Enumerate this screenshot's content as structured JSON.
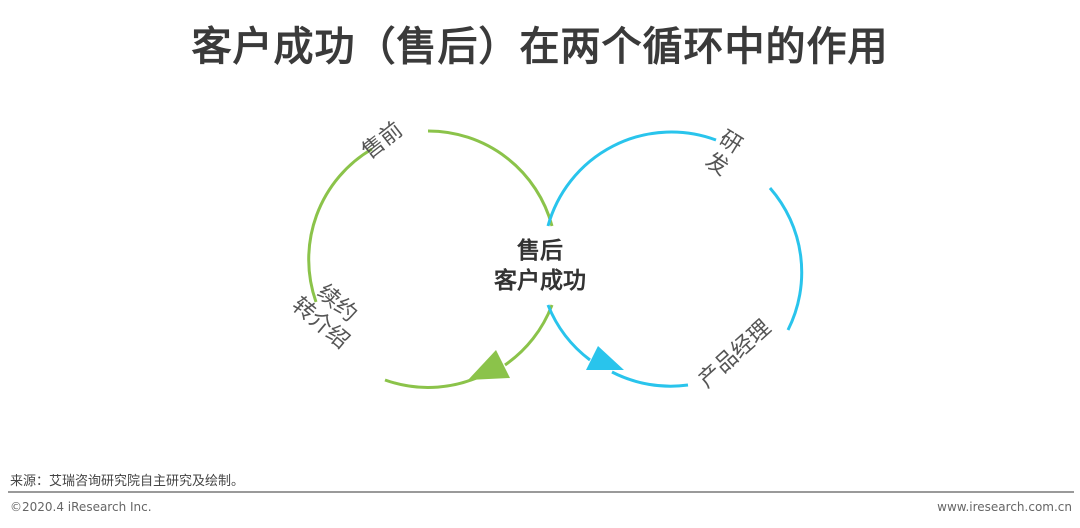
{
  "title": "客户成功（售后）在两个循环中的作用",
  "center": {
    "line1": "售后",
    "line2": "客户成功"
  },
  "left_loop": {
    "color": "#8bc34a",
    "labels": {
      "top": "售前",
      "bottom_line1": "续约",
      "bottom_line2": "转介绍"
    }
  },
  "right_loop": {
    "color": "#29c4ec",
    "labels": {
      "top": "研发",
      "bottom": "产品经理"
    }
  },
  "source": "来源：艾瑞咨询研究院自主研究及绘制。",
  "footer": {
    "left": "©2020.4 iResearch Inc.",
    "right": "www.iresearch.com.cn"
  }
}
